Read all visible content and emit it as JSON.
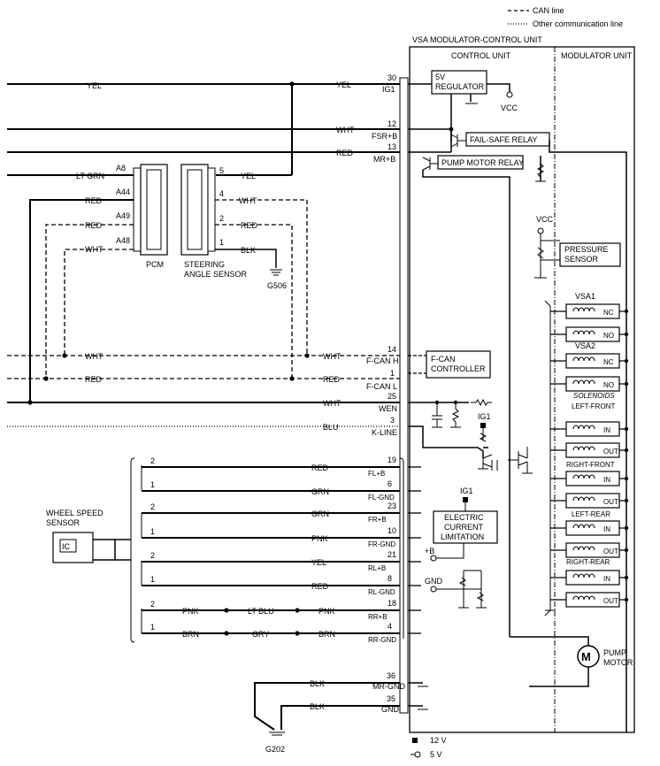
{
  "legend": {
    "can_line": "CAN line",
    "other_comm": "Other communication line",
    "v12": "12 V",
    "v5": "5 V"
  },
  "unit": {
    "title": "VSA MODULATOR-CONTROL UNIT",
    "control_unit": "CONTROL UNIT",
    "modulator_unit": "MODULATOR UNIT"
  },
  "blocks": {
    "regulator": [
      "5V",
      "REGULATOR"
    ],
    "vcc": "VCC",
    "fail_safe_relay": "FAIL-SAFE RELAY",
    "pump_motor_relay": "PUMP MOTOR RELAY",
    "pressure_sensor": [
      "PRESSURE",
      "SENSOR"
    ],
    "fcan_controller": [
      "F-CAN",
      "CONTROLLER"
    ],
    "ig1": "IG1",
    "electric_current_limitation": [
      "ELECTRIC",
      "CURRENT",
      "LIMITATION"
    ],
    "plus_b": "+B",
    "gnd": "GND",
    "pump_motor": [
      "PUMP",
      "MOTOR"
    ],
    "motor_symbol": "M"
  },
  "solenoids": {
    "vsa1": "VSA1",
    "vsa2": "VSA2",
    "heading": "SOLENOIDS",
    "nc": "NC",
    "no": "NO",
    "in": "IN",
    "out": "OUT",
    "left_front": "LEFT-FRONT",
    "right_front": "RIGHT-FRONT",
    "left_rear": "LEFT-REAR",
    "right_rear": "RIGHT-REAR"
  },
  "components": {
    "pcm": "PCM",
    "steering": [
      "STEERING",
      "ANGLE SENSOR"
    ],
    "wheel_speed": [
      "WHEEL SPEED",
      "SENSOR"
    ],
    "ic": "IC"
  },
  "pcm_pins": [
    "A8",
    "A44",
    "A49",
    "A48"
  ],
  "steering_pins": [
    "5",
    "4",
    "2",
    "1"
  ],
  "steering_wires": [
    "YEL",
    "WHT",
    "RED",
    "BLK"
  ],
  "grounds": {
    "g506": "G506",
    "g202": "G202"
  },
  "left_wires": {
    "yel_top": "YEL",
    "lt_grn": "LT GRN",
    "red": "RED",
    "red_dash": "RED",
    "wht_dash": "WHT",
    "wht_can": "WHT",
    "red_can": "RED"
  },
  "pins": [
    {
      "num": "30",
      "name": "IG1",
      "wire": "YEL"
    },
    {
      "num": "12",
      "name": "FSR+B",
      "wire": "WHT"
    },
    {
      "num": "13",
      "name": "MR+B",
      "wire": "RED"
    },
    {
      "num": "14",
      "name": "F-CAN H",
      "wire": "WHT"
    },
    {
      "num": "1",
      "name": "F-CAN L",
      "wire": "RED"
    },
    {
      "num": "25",
      "name": "WEN",
      "wire": "WHT"
    },
    {
      "num": "3",
      "name": "K-LINE",
      "wire": "BLU"
    }
  ],
  "wheel_pins": [
    {
      "num": "19",
      "name": "FL+B",
      "wire": "RED",
      "side": "2"
    },
    {
      "num": "6",
      "name": "FL-GND",
      "wire": "GRN",
      "side": "1"
    },
    {
      "num": "23",
      "name": "FR+B",
      "wire": "GRN",
      "side": "2"
    },
    {
      "num": "10",
      "name": "FR-GND",
      "wire": "PNK",
      "side": "1"
    },
    {
      "num": "21",
      "name": "RL+B",
      "wire": "YEL",
      "side": "2"
    },
    {
      "num": "8",
      "name": "RL-GND",
      "wire": "RED",
      "side": "1"
    },
    {
      "num": "18",
      "name": "RR+B",
      "wire": "PNK",
      "side": "2"
    },
    {
      "num": "4",
      "name": "RR-GND",
      "wire": "BRN",
      "side": "1"
    }
  ],
  "rr_splice": {
    "pnk_a": "PNK",
    "lt_blu": "LT BLU",
    "brn_a": "BRN",
    "gry": "GRY"
  },
  "ground_pins": [
    {
      "num": "36",
      "name": "MR-GND",
      "wire": "BLK"
    },
    {
      "num": "35",
      "name": "GND",
      "wire": "BLK"
    }
  ]
}
